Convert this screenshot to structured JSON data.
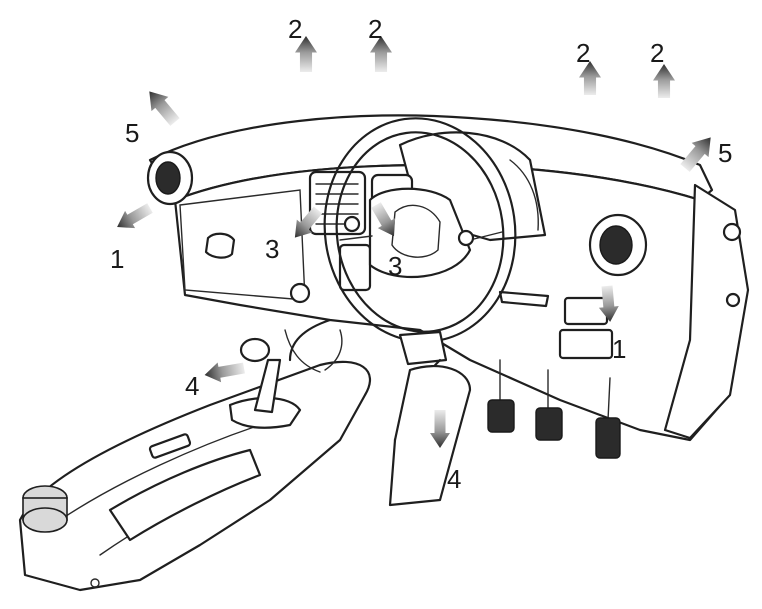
{
  "callouts": [
    {
      "id": "vent-side-left",
      "label": "1"
    },
    {
      "id": "vent-side-right",
      "label": "1"
    },
    {
      "id": "windscreen-1",
      "label": "2"
    },
    {
      "id": "windscreen-2",
      "label": "2"
    },
    {
      "id": "windscreen-3",
      "label": "2"
    },
    {
      "id": "windscreen-4",
      "label": "2"
    },
    {
      "id": "vent-centre-left",
      "label": "3"
    },
    {
      "id": "vent-centre-right",
      "label": "3"
    },
    {
      "id": "footwell-front",
      "label": "4"
    },
    {
      "id": "footwell-driver",
      "label": "4"
    },
    {
      "id": "side-window-left",
      "label": "5"
    },
    {
      "id": "side-window-right",
      "label": "5"
    }
  ],
  "colors": {
    "line": "#1f1f1f",
    "arrow_dark": "#2e2e2e",
    "arrow_light": "#e6e6e6",
    "background": "#ffffff"
  }
}
